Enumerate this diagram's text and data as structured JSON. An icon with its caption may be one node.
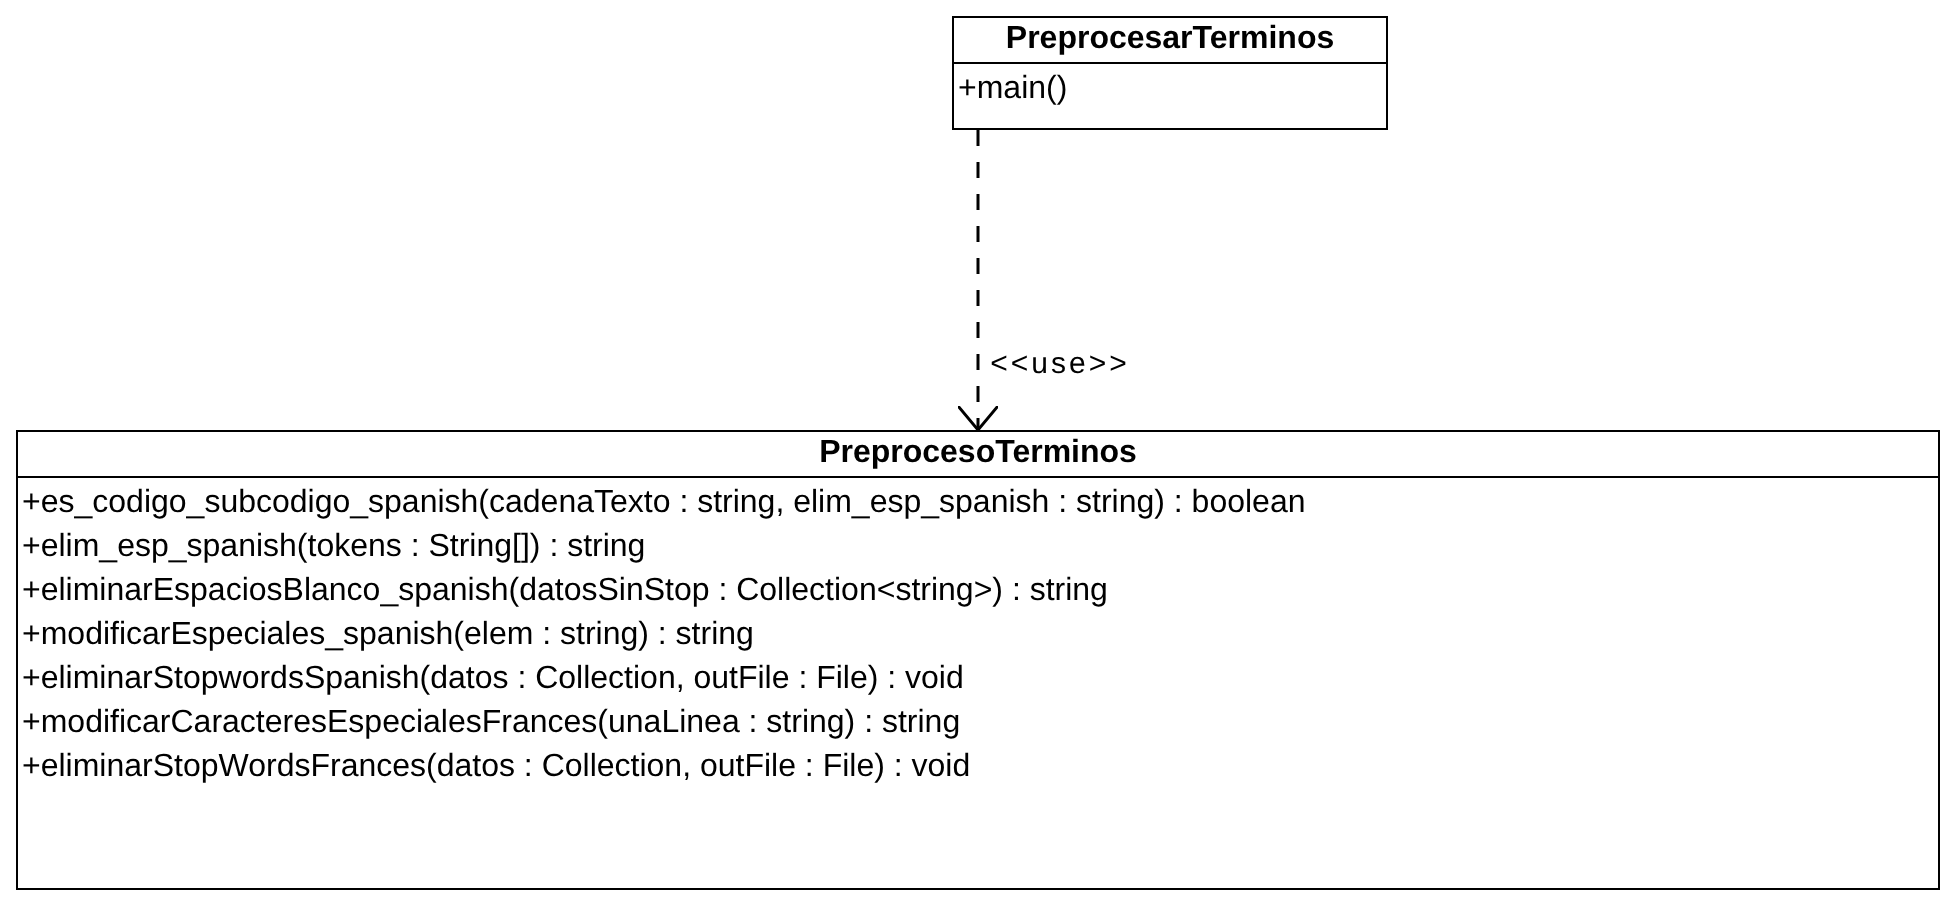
{
  "diagram": {
    "nodes": [
      {
        "text": [
          "PreprocesarTerminos",
          "+main()"
        ]
      },
      {
        "text": [
          "PreprocesoTerminos",
          "+es_codigo_subcodigo_spanish(cadenaTexto : string, elim_esp_spanish : string) : boolean",
          "+elim_esp_spanish(tokens : String[]) : string",
          "+eliminarEspaciosBlanco_spanish(datosSinStop : Collection<string>) : string",
          "+modificarEspeciales_spanish(elem : string) : string",
          "+eliminarStopwordsSpanish(datos : Collection, outFile : File) : void",
          "+modificarCaracteresEspecialesFrances(unaLinea : string) : string",
          "+eliminarStopWordsFrances(datos : Collection, outFile : File) : void"
        ]
      }
    ],
    "edges": [
      {
        "from": 0,
        "to": 1,
        "arrow": "to",
        "style": "dashed",
        "label": "<<use>>"
      }
    ]
  }
}
